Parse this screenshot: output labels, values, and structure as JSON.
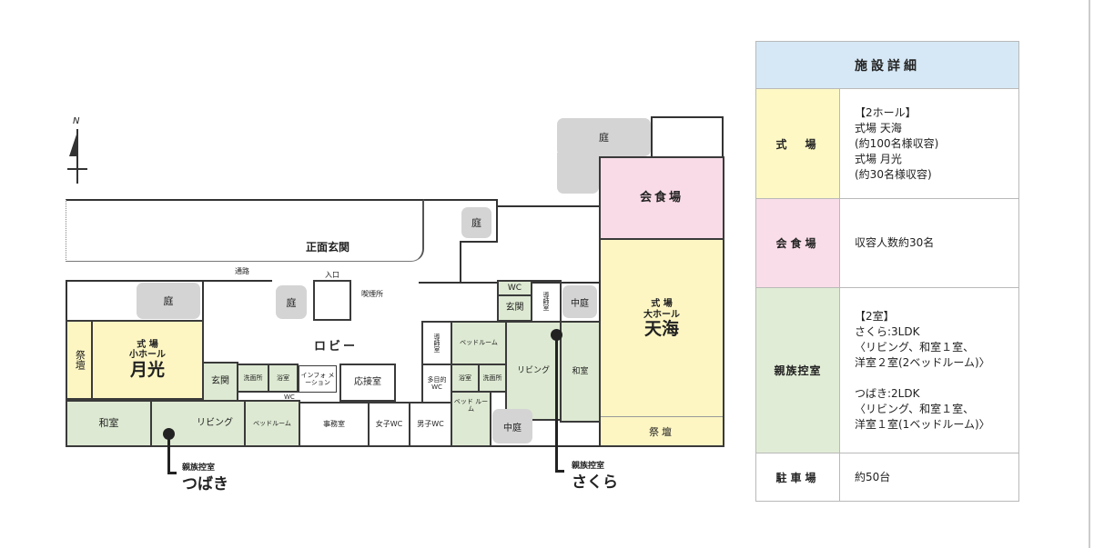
{
  "plan": {
    "north": "N",
    "front_entrance": "正面玄関",
    "passage": "通路",
    "entrance": "入口",
    "smoking": "喫煙所",
    "lobby": "ロビー",
    "garden": "庭",
    "courtyard": "中庭",
    "dining": "会食場",
    "small_hall": {
      "line1": "式 場",
      "line2": "小ホール",
      "name": "月光"
    },
    "large_hall": {
      "line1": "式 場",
      "line2": "大ホール",
      "name": "天海"
    },
    "altar": "祭壇",
    "washitsu": "和室",
    "living": "リビング",
    "bedroom": "ベッドルーム",
    "bedroom_split": "ベッド ルーム",
    "genkan": "玄関",
    "senmen": "洗面所",
    "yokushitsu": "浴室",
    "wc": "WC",
    "info": "インフォ メーション",
    "reception": "応接室",
    "office": "事務室",
    "women_wc": "女子WC",
    "men_wc": "男子WC",
    "doshi": "導師室",
    "multi_wc": "多目的 WC",
    "tsubaki": {
      "caption": "親族控室",
      "name": "つばき"
    },
    "sakura": {
      "caption": "親族控室",
      "name": "さくら"
    }
  },
  "details": {
    "title": "施設詳細",
    "rows": [
      {
        "label": "式　場",
        "color": "#fdf8c4",
        "value": "【2ホール】\n式場 天海\n(約100名様収容)\n式場 月光\n(約30名様収容)"
      },
      {
        "label": "会食場",
        "color": "#f9dde8",
        "value": "収容人数約30名"
      },
      {
        "label": "親族控室",
        "color": "#e1ecd6",
        "value": "【2室】\nさくら:3LDK\n〈リビング、和室１室、\n洋室２室(2ベッドルーム)〉\n\nつばき:2LDK\n〈リビング、和室１室、\n洋室１室(1ベッドルーム)〉"
      },
      {
        "label": "駐車場",
        "color": "#ffffff",
        "value": "約50台"
      }
    ]
  }
}
